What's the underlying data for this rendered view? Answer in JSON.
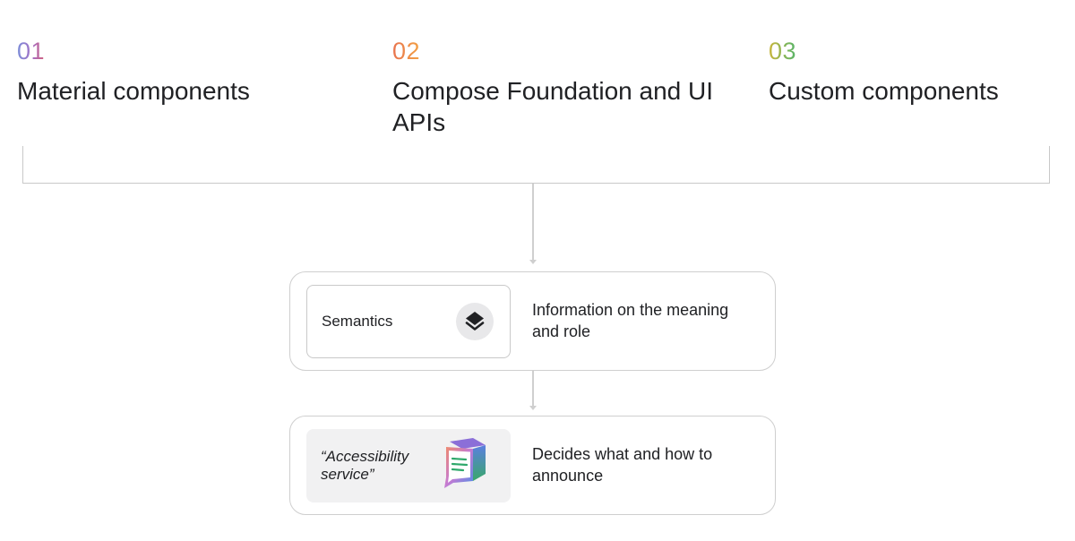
{
  "columns": [
    {
      "number": "01",
      "title": "Material components"
    },
    {
      "number": "02",
      "title": "Compose Foundation and UI APIs"
    },
    {
      "number": "03",
      "title": "Custom components"
    }
  ],
  "semantics_panel": {
    "card_label": "Semantics",
    "card_icon": "layers-icon",
    "description": "Information on the meaning and role"
  },
  "service_panel": {
    "card_label": "“Accessibility service”",
    "card_icon": "text-to-speech-icon",
    "description": "Decides what and how to announce"
  },
  "colors": {
    "num_01_gradient": [
      "#7b8fd9",
      "#a46fc6",
      "#d5607a"
    ],
    "num_02_gradient": [
      "#e8734f",
      "#f3a243"
    ],
    "num_03_gradient": [
      "#c9b53a",
      "#56b56b"
    ],
    "connector": "#cfcfcf",
    "text": "#202124"
  }
}
